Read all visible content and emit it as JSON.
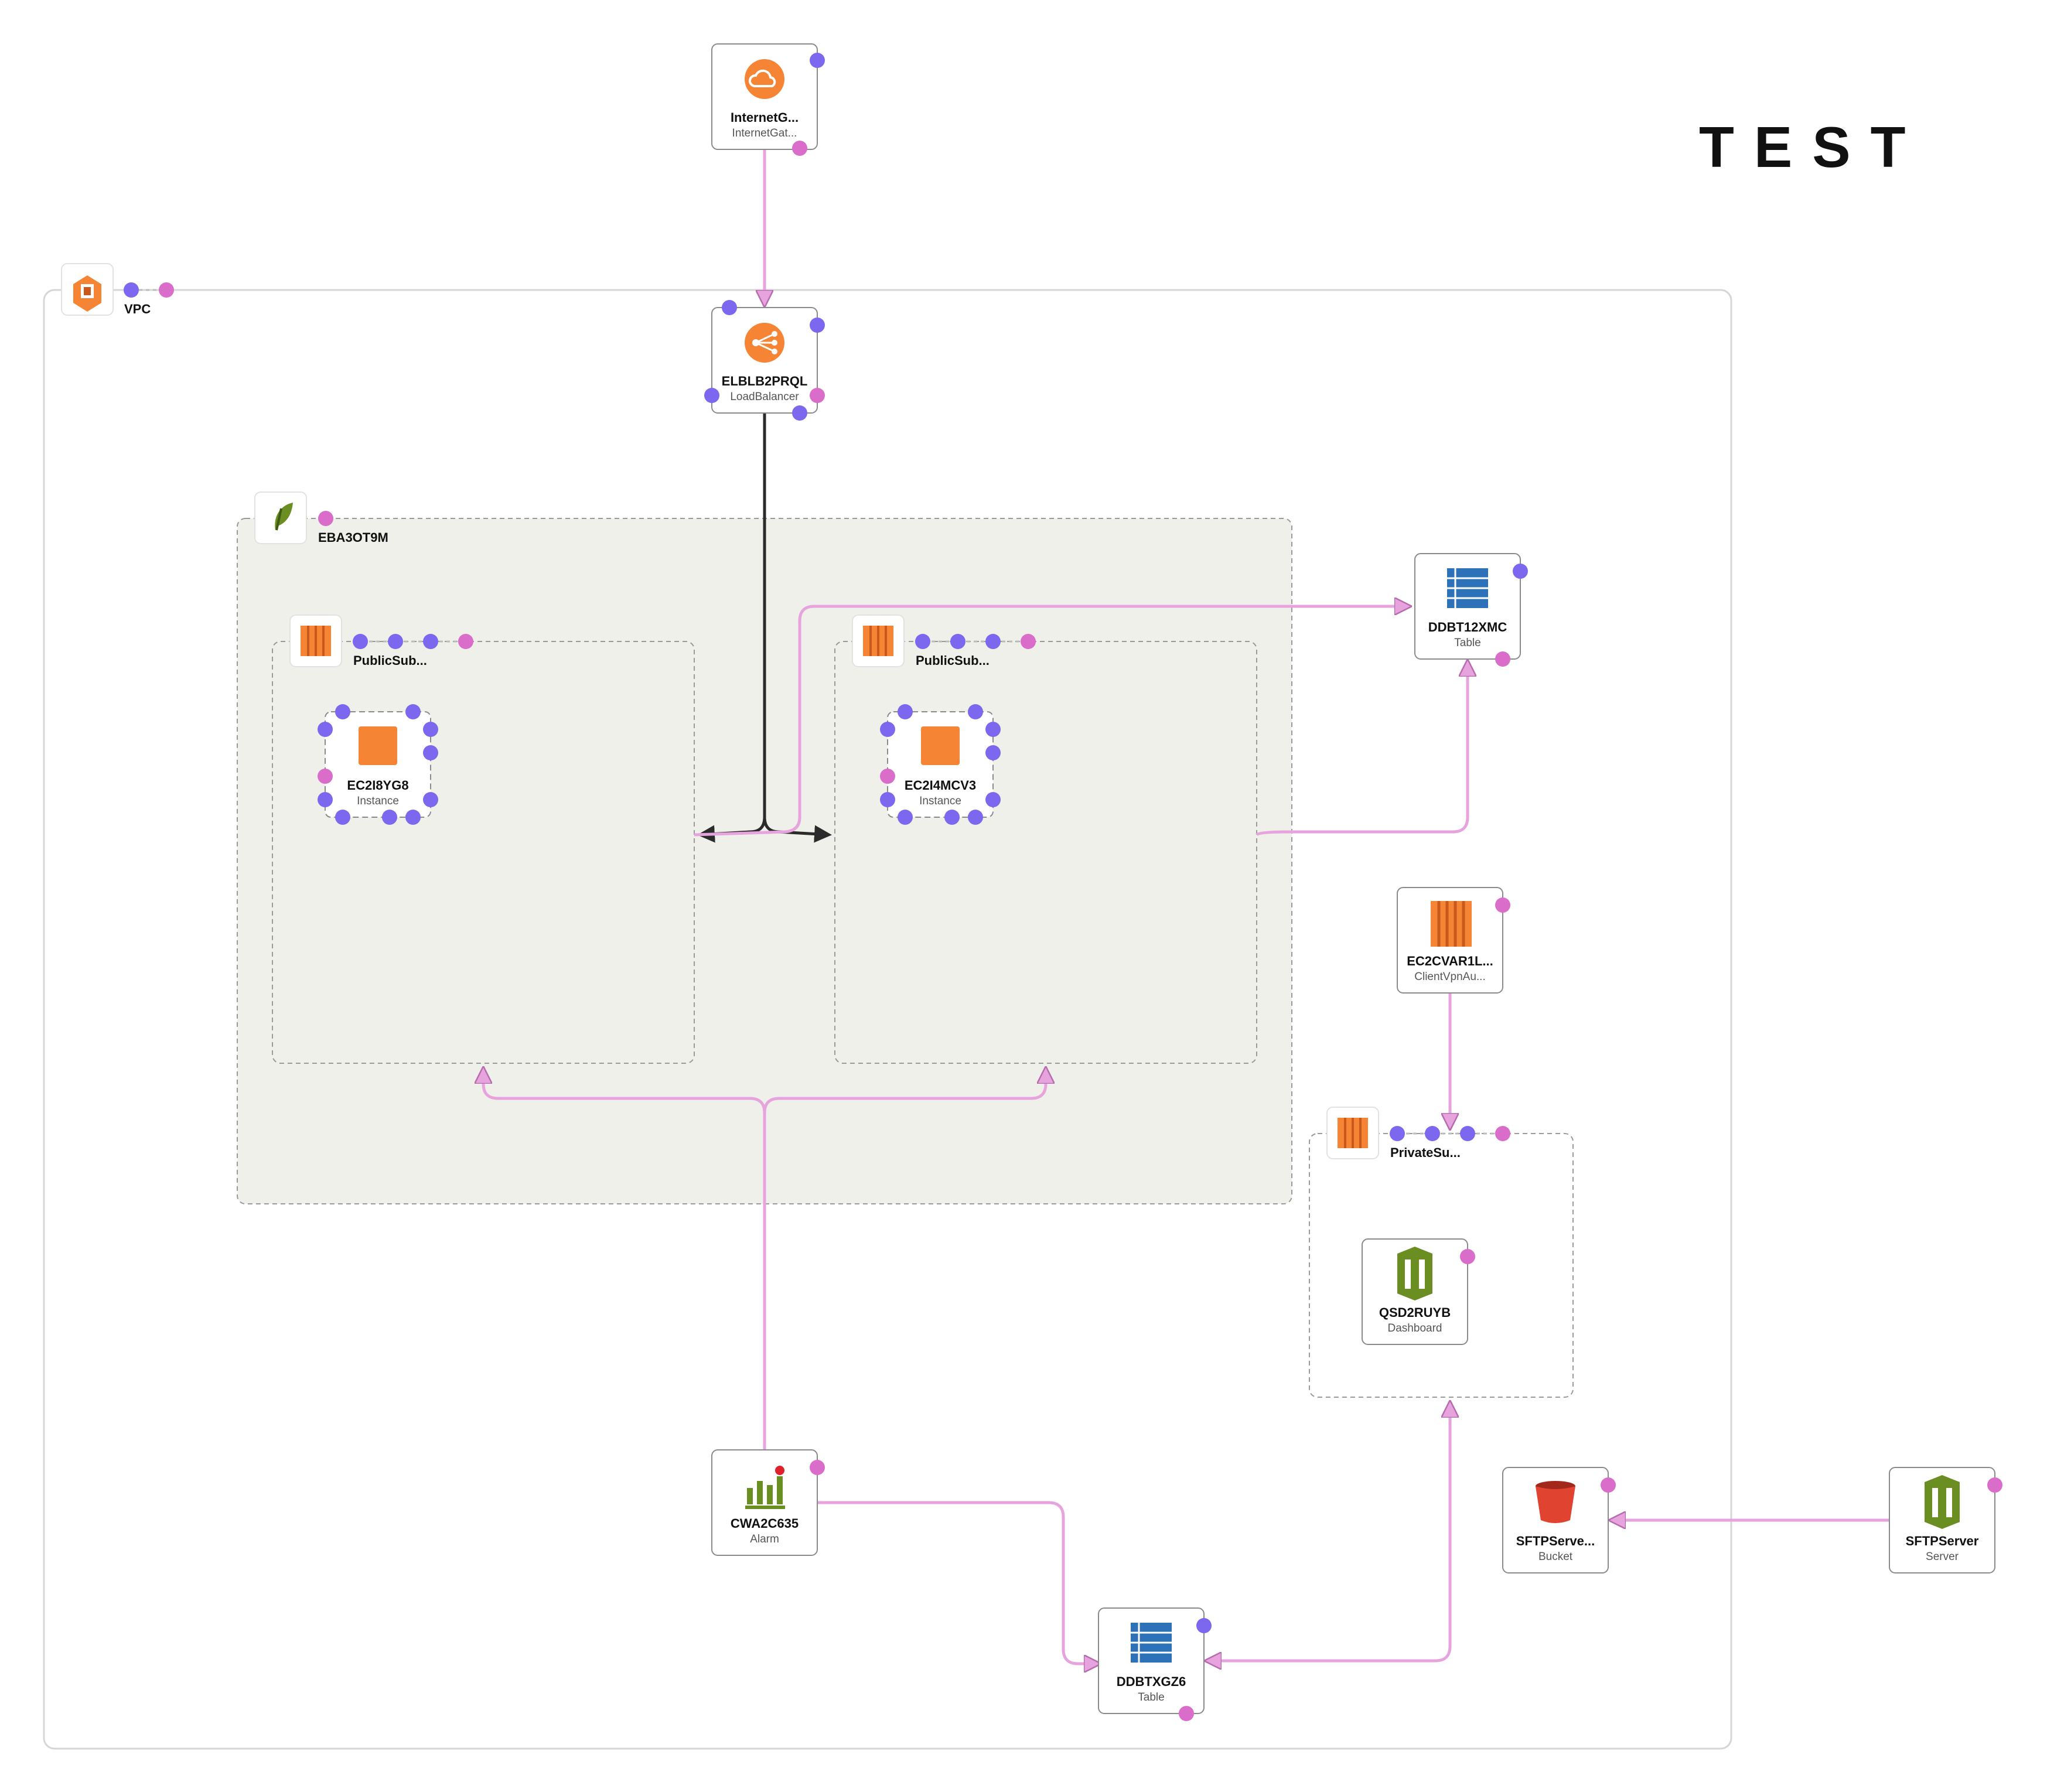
{
  "title": "TEST",
  "colors": {
    "edge_pink": "#e6a3dd",
    "edge_dark": "#2b2b2b",
    "port_purple": "#7b68ee",
    "port_pink": "#d96dc9",
    "group_fill": "#eff0ea",
    "aws_orange": "#f58534",
    "ddb_blue": "#2d72b8",
    "green": "#6b8e23",
    "bucket_red": "#e0432f"
  },
  "groups": {
    "vpc": {
      "label": "VPC",
      "icon": "vpc-icon"
    },
    "eb": {
      "label": "EBA3OT9M",
      "icon": "elastic-beanstalk-icon"
    },
    "subnet1": {
      "label": "PublicSub...",
      "icon": "subnet-icon"
    },
    "subnet2": {
      "label": "PublicSub...",
      "icon": "subnet-icon"
    },
    "private": {
      "label": "PrivateSu...",
      "icon": "subnet-icon"
    }
  },
  "nodes": {
    "igw": {
      "name": "InternetG...",
      "type": "InternetGat...",
      "icon": "internet-gateway-icon"
    },
    "elb": {
      "name": "ELBLB2PRQL",
      "type": "LoadBalancer",
      "icon": "load-balancer-icon"
    },
    "ec2a": {
      "name": "EC2I8YG8",
      "type": "Instance",
      "icon": "ec2-instance-icon"
    },
    "ec2b": {
      "name": "EC2I4MCV3",
      "type": "Instance",
      "icon": "ec2-instance-icon"
    },
    "ddb1": {
      "name": "DDBT12XMC",
      "type": "Table",
      "icon": "dynamodb-table-icon"
    },
    "cvpn": {
      "name": "EC2CVAR1L...",
      "type": "ClientVpnAu...",
      "icon": "client-vpn-icon"
    },
    "qs": {
      "name": "QSD2RUYB",
      "type": "Dashboard",
      "icon": "quicksight-dashboard-icon"
    },
    "cwa": {
      "name": "CWA2C635",
      "type": "Alarm",
      "icon": "cloudwatch-alarm-icon"
    },
    "ddb2": {
      "name": "DDBTXGZ6",
      "type": "Table",
      "icon": "dynamodb-table-icon"
    },
    "bucket": {
      "name": "SFTPServe...",
      "type": "Bucket",
      "icon": "s3-bucket-icon"
    },
    "sftp": {
      "name": "SFTPServer",
      "type": "Server",
      "icon": "transfer-server-icon"
    }
  }
}
